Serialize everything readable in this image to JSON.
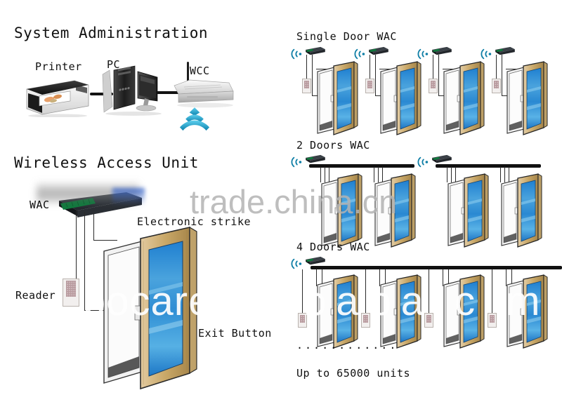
{
  "diagram": {
    "title_left": "System Administration",
    "section_left_2": "Wireless Access Unit",
    "labels": {
      "printer": "Printer",
      "pc": "PC",
      "wcc": "WCC",
      "wac": "WAC",
      "reader": "Reader",
      "electronic_strike": "Electronic strike",
      "exit_button": "Exit Button"
    },
    "right_sections": [
      {
        "label": "Single Door WAC",
        "doors_per_unit": 1,
        "units": 4
      },
      {
        "label": "2 Doors WAC",
        "doors_per_unit": 2,
        "units": 2
      },
      {
        "label": "4 Doors WAC",
        "doors_per_unit": 4,
        "units": 1
      }
    ],
    "ellipsis": "············",
    "capacity_note": "Up to 65000 units"
  },
  "watermarks": {
    "primary": "trade.china.cn",
    "secondary_left": "bocare",
    "secondary_right": "baba.c m"
  },
  "colors": {
    "background": "#ffffff",
    "text": "#101010",
    "wifi_blue": "#1aa8d8",
    "wifi_blue_dark": "#0e7ea6",
    "glass_blue": "#1f7fd0",
    "glass_blue_light": "#4aa3dd",
    "door_wood": "#d9c08a",
    "door_wood_dark": "#b9995f",
    "cable_black": "#121212",
    "watermark_gray": "#b3b3b3",
    "watermark_white": "#ffffff",
    "device_dark": "#2b2f33",
    "terminal_green": "#0f7a3d"
  }
}
